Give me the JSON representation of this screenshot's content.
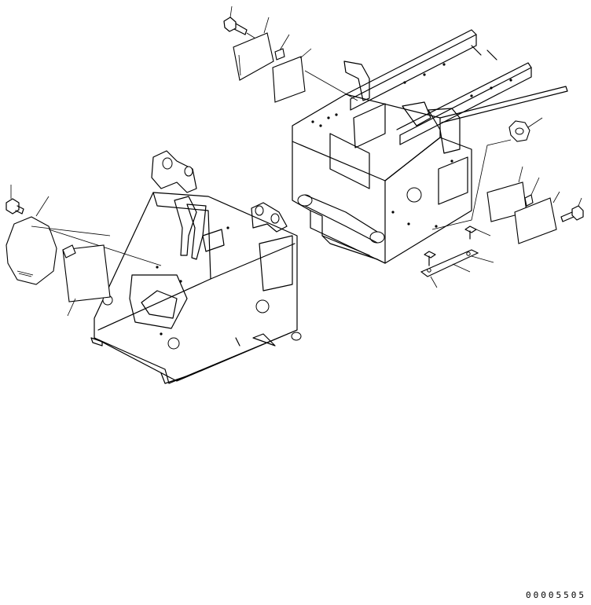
{
  "drawing_number": "00005505",
  "colors": {
    "line": "#000000",
    "background": "#ffffff"
  },
  "parts": [
    {
      "name": "bolt-rear-left"
    },
    {
      "name": "cover-plate-rear"
    },
    {
      "name": "pad-rear"
    },
    {
      "name": "front-frame"
    },
    {
      "name": "rear-frame"
    },
    {
      "name": "cover-plate-front"
    },
    {
      "name": "pad-front"
    },
    {
      "name": "bolt-front"
    },
    {
      "name": "gasket-ring"
    },
    {
      "name": "cover-plate-side"
    },
    {
      "name": "pad-side"
    },
    {
      "name": "bolt-side"
    },
    {
      "name": "stopper-bar"
    },
    {
      "name": "stopper-bolts"
    }
  ]
}
